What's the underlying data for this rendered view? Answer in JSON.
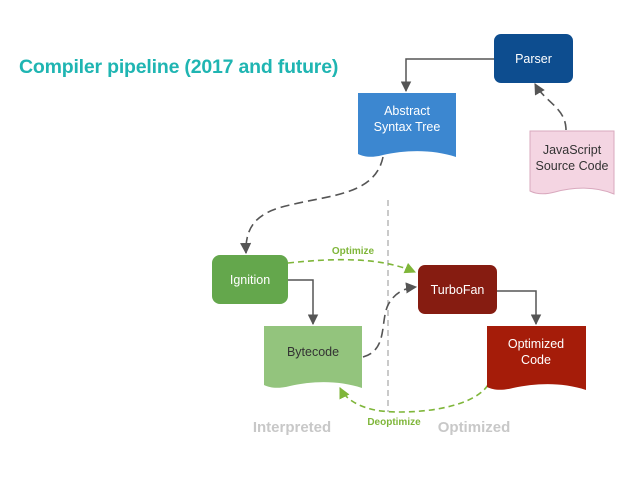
{
  "title": "Compiler pipeline (2017 and future)",
  "nodes": {
    "parser": "Parser",
    "ast_line1": "Abstract",
    "ast_line2": "Syntax Tree",
    "js_line1": "JavaScript",
    "js_line2": "Source Code",
    "ignition": "Ignition",
    "bytecode": "Bytecode",
    "turbofan": "TurboFan",
    "optimized_line1": "Optimized",
    "optimized_line2": "Code"
  },
  "edge_labels": {
    "optimize": "Optimize",
    "deoptimize": "Deoptimize"
  },
  "regions": {
    "interpreted": "Interpreted",
    "optimized": "Optimized"
  },
  "colors": {
    "title": "#1fb5b2",
    "parser": "#0d4d8f",
    "ast": "#3c87d0",
    "js_source": "#f4d5e2",
    "ignition": "#64a74c",
    "bytecode": "#93c47d",
    "turbofan": "#861c11",
    "optimized_code": "#a51c09",
    "optimize_edge": "#7fb63a",
    "region_label": "#c8c8c8"
  }
}
